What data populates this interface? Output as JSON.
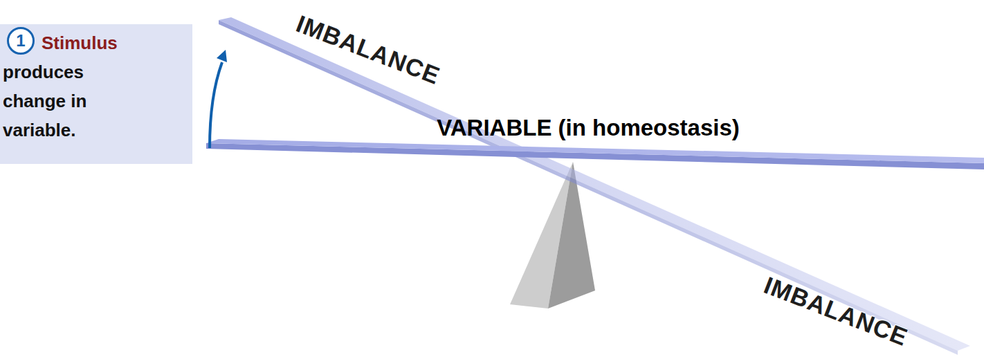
{
  "diagram": {
    "nodes": [
      {
        "text": [
          "Stimulus produces change in variable."
        ]
      },
      {
        "text": [
          "1"
        ],
        "in": 0
      }
    ],
    "labels": [
      "IMBALANCE",
      "VARIABLE (in homeostasis)",
      "IMBALANCE"
    ]
  }
}
